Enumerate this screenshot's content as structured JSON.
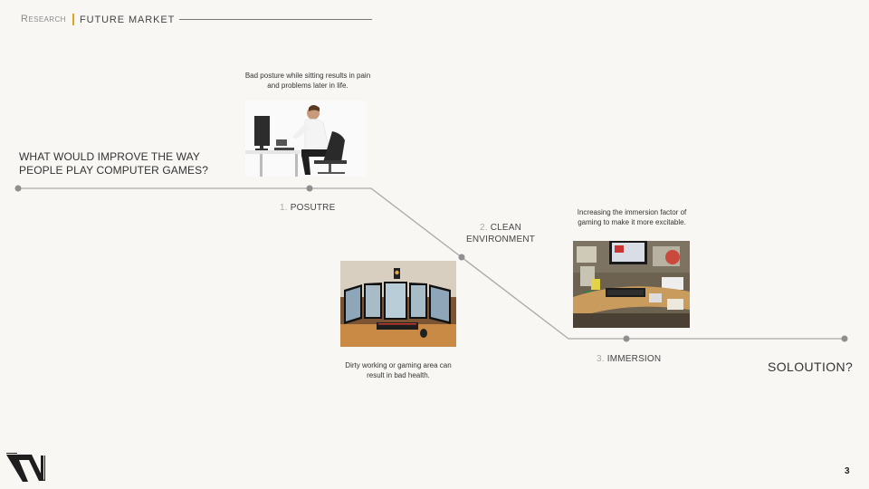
{
  "header": {
    "section": "Research",
    "topic": "FUTURE MARKET"
  },
  "question": {
    "line1": "WHAT WOULD IMPROVE THE WAY",
    "line2": "PEOPLE PLAY COMPUTER GAMES?"
  },
  "steps": [
    {
      "number": "1.",
      "label": "POSUTRE",
      "caption": "Bad posture while sitting results in pain and problems later in life."
    },
    {
      "number": "2.",
      "label_line1": "CLEAN",
      "label_line2": "ENVIRONMENT",
      "caption": "Dirty working or gaming area can result in bad health."
    },
    {
      "number": "3.",
      "label": "IMMERSION",
      "caption": "Increasing the immersion factor of gaming to make it more excitable."
    }
  ],
  "solution": "SOLOUTION?",
  "page_number": "3",
  "colors": {
    "background": "#f8f7f3",
    "accent": "#e0a421",
    "timeline": "#a9a9a9",
    "dot": "#8f8f8f"
  }
}
